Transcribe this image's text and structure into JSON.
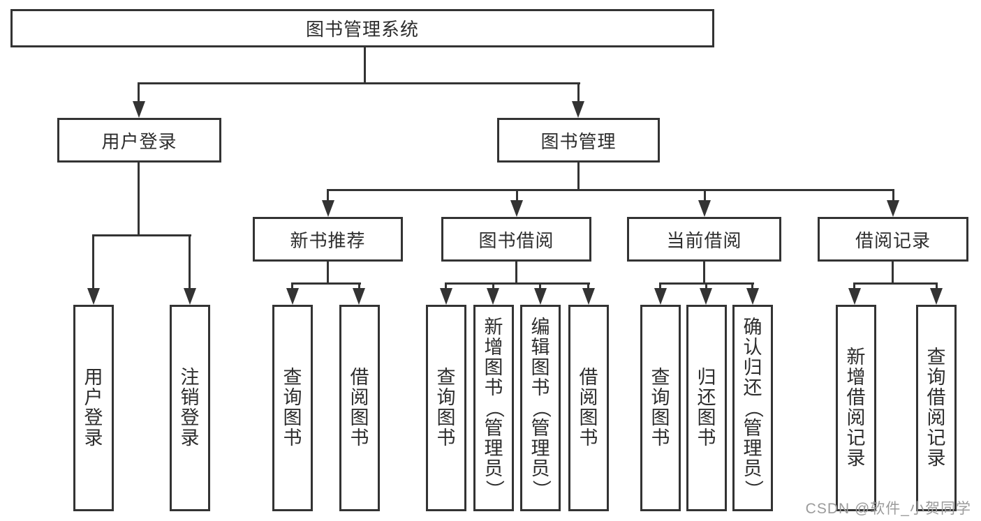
{
  "diagram": {
    "tree": {
      "label": "图书管理系统",
      "children": [
        {
          "label": "用户登录",
          "children": [
            {
              "label": "用户登录"
            },
            {
              "label": "注销登录"
            }
          ]
        },
        {
          "label": "图书管理",
          "children": [
            {
              "label": "新书推荐",
              "children": [
                {
                  "label": "查询图书"
                },
                {
                  "label": "借阅图书"
                }
              ]
            },
            {
              "label": "图书借阅",
              "children": [
                {
                  "label": "查询图书"
                },
                {
                  "label": "新增图书（管理员）"
                },
                {
                  "label": "编辑图书（管理员）"
                },
                {
                  "label": "借阅图书"
                }
              ]
            },
            {
              "label": "当前借阅",
              "children": [
                {
                  "label": "查询图书"
                },
                {
                  "label": "归还图书"
                },
                {
                  "label": "确认归还（管理员）"
                }
              ]
            },
            {
              "label": "借阅记录",
              "children": [
                {
                  "label": "新增借阅记录"
                },
                {
                  "label": "查询借阅记录"
                }
              ]
            }
          ]
        }
      ]
    },
    "colors": {
      "line": "#333333",
      "box_border": "#333333",
      "text": "#2d2d2d",
      "background": "#ffffff",
      "watermark": "#9b9b9b"
    }
  },
  "watermark": {
    "text": "CSDN @软件_小贺同学"
  }
}
